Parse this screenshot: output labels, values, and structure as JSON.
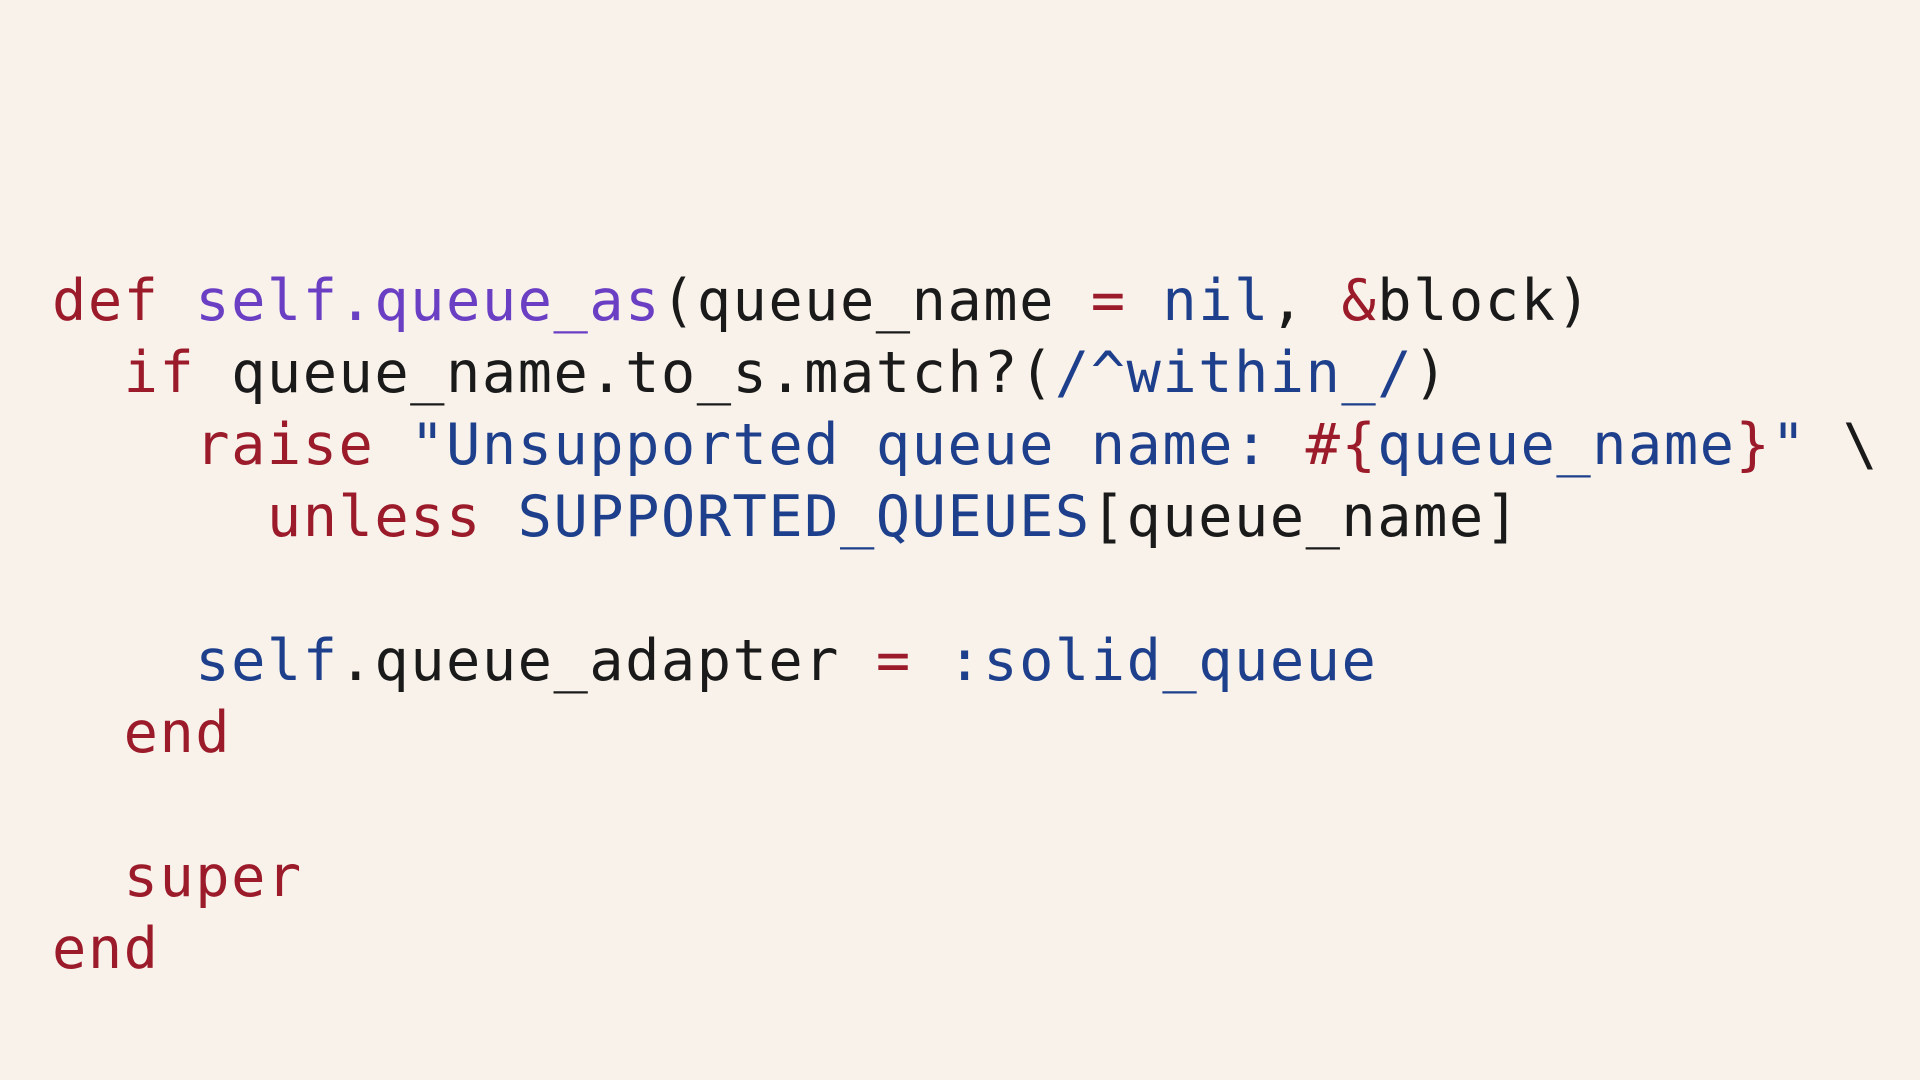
{
  "colors": {
    "background": "#f8f2ea",
    "keyword": "#9b1b2b",
    "method_name": "#6b3fc4",
    "literal": "#1d3f8c",
    "text": "#1a1a1a"
  },
  "code": {
    "language": "ruby",
    "lines": [
      {
        "indent": "",
        "tokens": [
          {
            "text": "def",
            "kind": "kw"
          },
          {
            "text": " ",
            "kind": "txt"
          },
          {
            "text": "self.queue_as",
            "kind": "def-name"
          },
          {
            "text": "(queue_name ",
            "kind": "txt"
          },
          {
            "text": "=",
            "kind": "kw"
          },
          {
            "text": " ",
            "kind": "txt"
          },
          {
            "text": "nil",
            "kind": "blue"
          },
          {
            "text": ", ",
            "kind": "txt"
          },
          {
            "text": "&",
            "kind": "kw"
          },
          {
            "text": "block)",
            "kind": "txt"
          }
        ]
      },
      {
        "indent": "  ",
        "tokens": [
          {
            "text": "if",
            "kind": "kw"
          },
          {
            "text": " queue_name.to_s.match?(",
            "kind": "txt"
          },
          {
            "text": "/^within_/",
            "kind": "blue"
          },
          {
            "text": ")",
            "kind": "txt"
          }
        ]
      },
      {
        "indent": "    ",
        "tokens": [
          {
            "text": "raise",
            "kind": "kw"
          },
          {
            "text": " ",
            "kind": "txt"
          },
          {
            "text": "\"Unsupported queue name: ",
            "kind": "blue"
          },
          {
            "text": "#{",
            "kind": "kw"
          },
          {
            "text": "queue_name",
            "kind": "blue"
          },
          {
            "text": "}",
            "kind": "kw"
          },
          {
            "text": "\"",
            "kind": "blue"
          },
          {
            "text": " \\",
            "kind": "txt"
          }
        ]
      },
      {
        "indent": "      ",
        "tokens": [
          {
            "text": "unless",
            "kind": "kw"
          },
          {
            "text": " ",
            "kind": "txt"
          },
          {
            "text": "SUPPORTED_QUEUES",
            "kind": "blue"
          },
          {
            "text": "[queue_name]",
            "kind": "txt"
          }
        ]
      },
      {
        "indent": "",
        "tokens": []
      },
      {
        "indent": "    ",
        "tokens": [
          {
            "text": "self",
            "kind": "blue"
          },
          {
            "text": ".queue_adapter ",
            "kind": "txt"
          },
          {
            "text": "=",
            "kind": "kw"
          },
          {
            "text": " ",
            "kind": "txt"
          },
          {
            "text": ":solid_queue",
            "kind": "blue"
          }
        ]
      },
      {
        "indent": "  ",
        "tokens": [
          {
            "text": "end",
            "kind": "kw"
          }
        ]
      },
      {
        "indent": "",
        "tokens": []
      },
      {
        "indent": "  ",
        "tokens": [
          {
            "text": "super",
            "kind": "kw"
          }
        ]
      },
      {
        "indent": "",
        "tokens": [
          {
            "text": "end",
            "kind": "kw"
          }
        ]
      }
    ]
  }
}
